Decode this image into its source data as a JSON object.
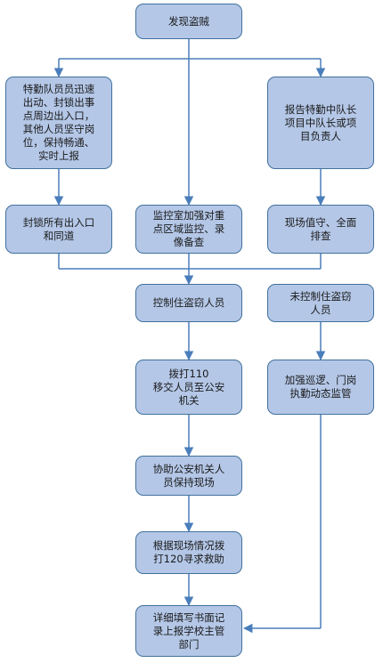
{
  "nodes": {
    "discover_thief": "发现盗贼",
    "special_team": "特勤队员员迅速\n出动、封锁出事\n点周边出入口，\n其他人员坚守岗\n位，保持畅通、\n实时上报",
    "report_leaders": "报告特勤中队长\n项目中队长或项\n目负责人",
    "seal_exits": "封锁所有出入口\n和同道",
    "monitor_room": "监控室加强对重\n点区域监控、录\n像备查",
    "on_duty_check": "现场值守、全面\n排查",
    "control_thief": "控制住盗窃人员",
    "not_controlled": "未控制住盗窃\n人员",
    "call_110": "拨打110\n移交人员至公安\n机关",
    "strengthen_patrol": "加强巡逻、门岗\n执勤动态监管",
    "assist_police": "协助公安机关人\n员保持现场",
    "call_120": "根据现场情况拨\n打120寻求救助",
    "written_report": "详细填写书面记\n录上报学校主管\n部门"
  }
}
